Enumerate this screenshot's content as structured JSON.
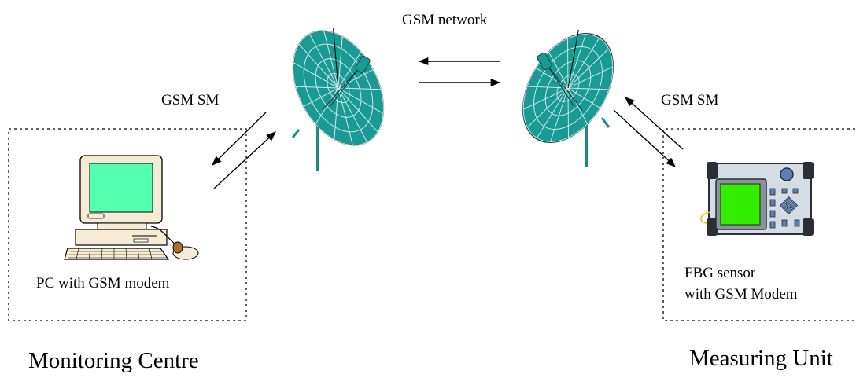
{
  "network_label": "GSM network",
  "left_link_label": "GSM SM",
  "right_link_label": "GSM SM",
  "pc_label": "PC with GSM modem",
  "sensor_label_line1": "FBG sensor",
  "sensor_label_line2": "with GSM Modem",
  "left_group_title": "Monitoring Centre",
  "right_group_title": "Measuring Unit",
  "colors": {
    "dish_fill": "#1a9a94",
    "screen_pc": "#55ffb0",
    "screen_sensor": "#33ee00",
    "pc_body": "#f6ecd6",
    "line": "#000000"
  },
  "icons": [
    "satellite-dish-icon",
    "desktop-pc-icon",
    "fbg-sensor-device-icon",
    "arrow-icon"
  ]
}
